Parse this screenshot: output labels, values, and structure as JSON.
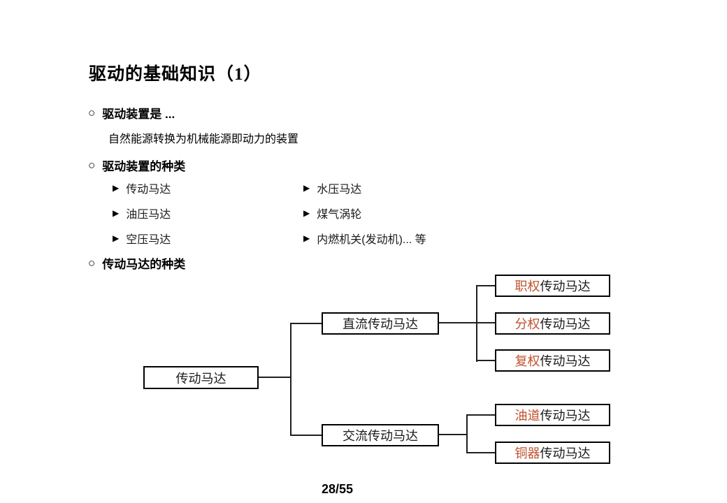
{
  "colors": {
    "accent": "#c0512e",
    "box_border": "#000000",
    "line": "#1f1f1f",
    "background": "#ffffff"
  },
  "title": "驱动的基础知识（1）",
  "bullets": [
    {
      "marker": "○",
      "label": "驱动装置是 ...",
      "sub": "自然能源转换为机械能源即动力的装置"
    },
    {
      "marker": "○",
      "label": "驱动装置的种类"
    },
    {
      "marker": "○",
      "label": "传动马达的种类"
    }
  ],
  "motor_list": {
    "marker": "▶",
    "left_column": [
      "传动马达",
      "油压马达",
      "空压马达"
    ],
    "right_column": [
      "水压马达",
      "煤气涡轮",
      "内燃机关(发动机)... 等"
    ]
  },
  "tree": {
    "root": {
      "text": "传动马达"
    },
    "level2": [
      {
        "text": "直流传动马达"
      },
      {
        "text": "交流传动马达"
      }
    ],
    "leaves_dc": [
      {
        "prefix": "职权",
        "suffix": "传动马达"
      },
      {
        "prefix": "分权",
        "suffix": "传动马达"
      },
      {
        "prefix": "复权",
        "suffix": "传动马达"
      }
    ],
    "leaves_ac": [
      {
        "prefix": "油道",
        "suffix": "传动马达"
      },
      {
        "prefix": "铜器",
        "suffix": "传动马达"
      }
    ]
  },
  "page": {
    "page_number": "28/55"
  }
}
